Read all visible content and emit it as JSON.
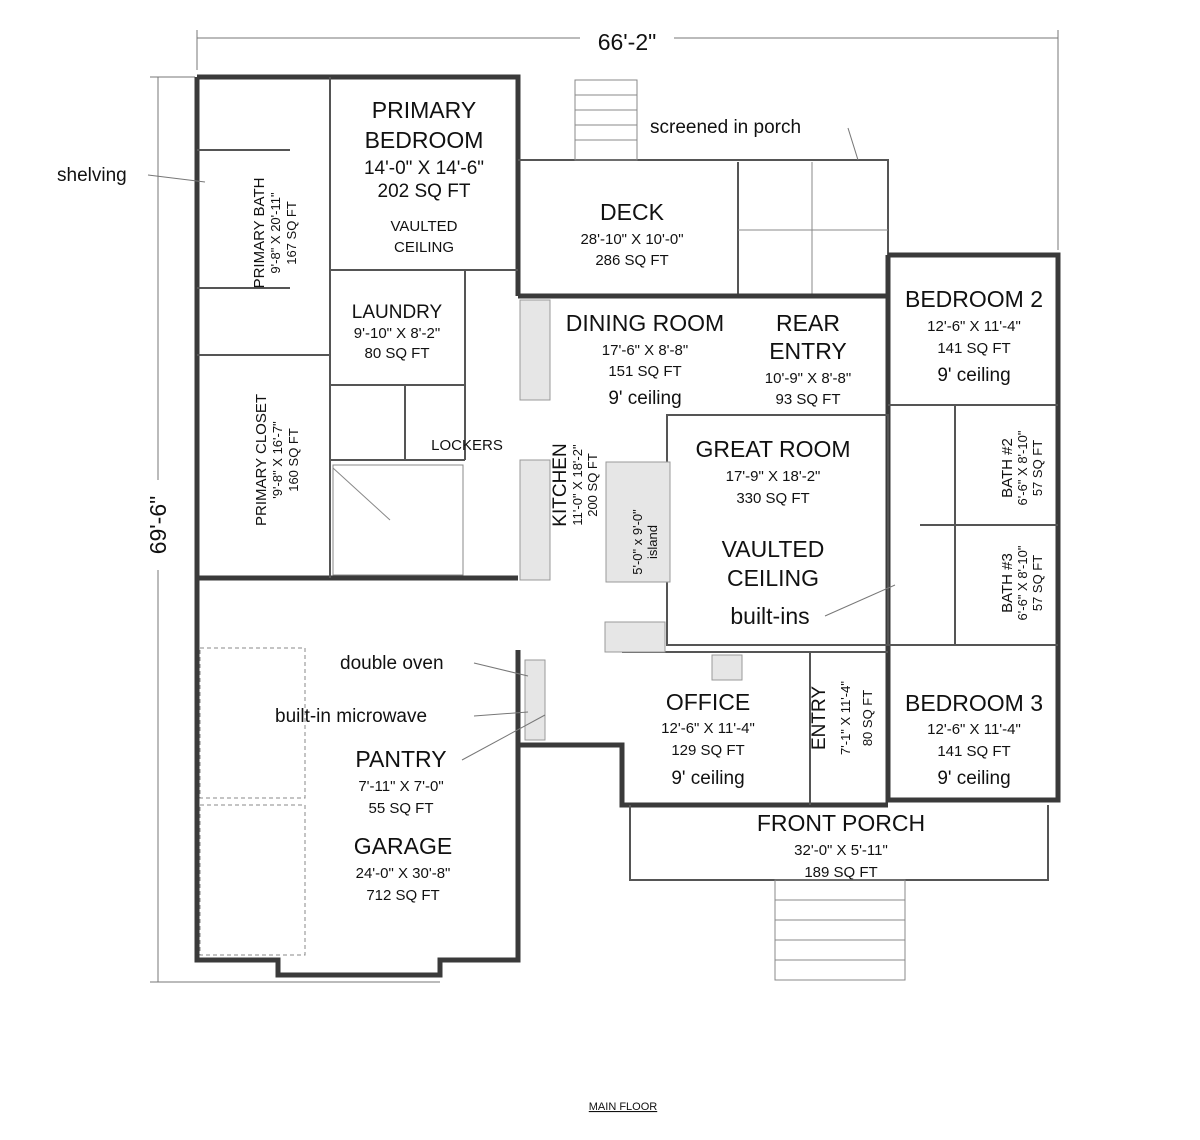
{
  "dimensions": {
    "width": "66'-2\"",
    "depth": "69'-6\""
  },
  "rooms": {
    "primary_bedroom": {
      "name1": "PRIMARY",
      "name2": "BEDROOM",
      "size": "14'-0\" X 14'-6\"",
      "area": "202 SQ FT",
      "note1": "VAULTED",
      "note2": "CEILING"
    },
    "primary_bath": {
      "name": "PRIMARY BATH",
      "size": "9'-8\" X 20'-11\"",
      "area": "167 SQ FT"
    },
    "laundry": {
      "name": "LAUNDRY",
      "size": "9'-10\" X 8'-2\"",
      "area": "80 SQ FT"
    },
    "primary_closet": {
      "name": "PRIMARY CLOSET",
      "size": "'9'-8\" X 16'-7\"",
      "area": "160 SQ FT"
    },
    "deck": {
      "name": "DECK",
      "size": "28'-10\" X 10'-0\"",
      "area": "286 SQ FT"
    },
    "dining_room": {
      "name": "DINING ROOM",
      "size": "17'-6\" X 8'-8\"",
      "area": "151 SQ FT",
      "note": "9' ceiling"
    },
    "rear_entry": {
      "name1": "REAR",
      "name2": "ENTRY",
      "size": "10'-9\" X 8'-8\"",
      "area": "93 SQ FT"
    },
    "bedroom2": {
      "name": "BEDROOM 2",
      "size": "12'-6\" X 11'-4\"",
      "area": "141 SQ FT",
      "note": "9' ceiling"
    },
    "bath2": {
      "name": "BATH #2",
      "size": "6'-6\" X 8'-10\"",
      "area": "57 SQ FT"
    },
    "bath3": {
      "name": "BATH #3",
      "size": "6'-6\" X 8'-10\"",
      "area": "57 SQ FT"
    },
    "great_room": {
      "name": "GREAT ROOM",
      "size": "17'-9\" X 18'-2\"",
      "area": "330 SQ FT",
      "note1": "VAULTED",
      "note2": "CEILING"
    },
    "kitchen": {
      "name": "KITCHEN",
      "size": "11'-0\" X 18'-2\"",
      "area": "200 SQ FT"
    },
    "island": {
      "size": "5'-0\" x 9'-0\"",
      "name": "island"
    },
    "office": {
      "name": "OFFICE",
      "size": "12'-6\" X 11'-4\"",
      "area": "129 SQ FT",
      "note": "9' ceiling"
    },
    "entry": {
      "name": "ENTRY",
      "size": "7'-1\" X 11'-4\"",
      "area": "80 SQ FT"
    },
    "bedroom3": {
      "name": "BEDROOM 3",
      "size": "12'-6\" X 11'-4\"",
      "area": "141 SQ FT",
      "note": "9' ceiling"
    },
    "front_porch": {
      "name": "FRONT PORCH",
      "size": "32'-0\" X 5'-11\"",
      "area": "189 SQ FT"
    },
    "pantry": {
      "name": "PANTRY",
      "size": "7'-11\" X 7'-0\"",
      "area": "55 SQ FT"
    },
    "garage": {
      "name": "GARAGE",
      "size": "24'-0\" X 30'-8\"",
      "area": "712 SQ FT"
    }
  },
  "callouts": {
    "shelving": "shelving",
    "screened_porch": "screened in porch",
    "lockers": "LOCKERS",
    "built_ins": "built-ins",
    "double_oven": "double oven",
    "microwave": "built-in microwave"
  },
  "title": "MAIN FLOOR"
}
